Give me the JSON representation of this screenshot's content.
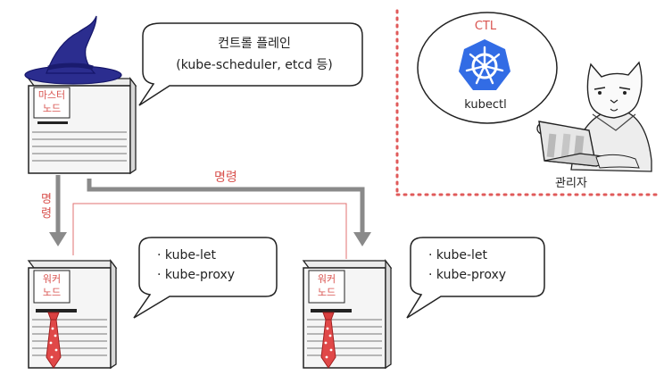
{
  "master": {
    "name_line1": "마스터",
    "name_line2": "노드",
    "bubble_line1": "컨트롤 플레인",
    "bubble_line2": "(kube-scheduler, etcd 등)"
  },
  "workers": [
    {
      "name_line1": "워커",
      "name_line2": "노드",
      "items": [
        "kube-let",
        "kube-proxy"
      ]
    },
    {
      "name_line1": "워커",
      "name_line2": "노드",
      "items": [
        "kube-let",
        "kube-proxy"
      ]
    }
  ],
  "command_label_h": "명령",
  "command_label_v": [
    "명",
    "령"
  ],
  "ctl": {
    "title": "CTL",
    "tool": "kubectl"
  },
  "admin_label": "관리자",
  "bullet": "·",
  "colors": {
    "accent_red": "#d9534f",
    "arrow_gray": "#8a8a8a",
    "hat_blue": "#2b2d8f",
    "k8s_blue": "#326ce5"
  }
}
